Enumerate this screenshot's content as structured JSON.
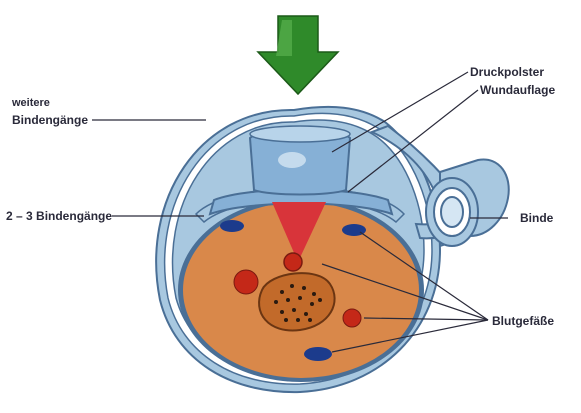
{
  "labels": {
    "druckpolster": "Druckpolster",
    "wundauflage": "Wundauflage",
    "weitere_line1": "weitere",
    "weitere_line2": "Bindengänge",
    "bindengaenge": "2 – 3 Bindengänge",
    "binde": "Binde",
    "blutgefaesse": "Blutgefäße"
  },
  "colors": {
    "arrow": "#2f8a2a",
    "bandage": "#a8c8e0",
    "bandage_edge": "#4a6f96",
    "pad": "#86b0d6",
    "limb": "#d9884a",
    "bone": "#c26a2a",
    "vessel_red": "#c42818",
    "vessel_blue": "#1c3b8c",
    "wound": "#d8343a"
  },
  "icons": {
    "pressure": "down-arrow-icon",
    "roll": "bandage-roll-icon"
  }
}
